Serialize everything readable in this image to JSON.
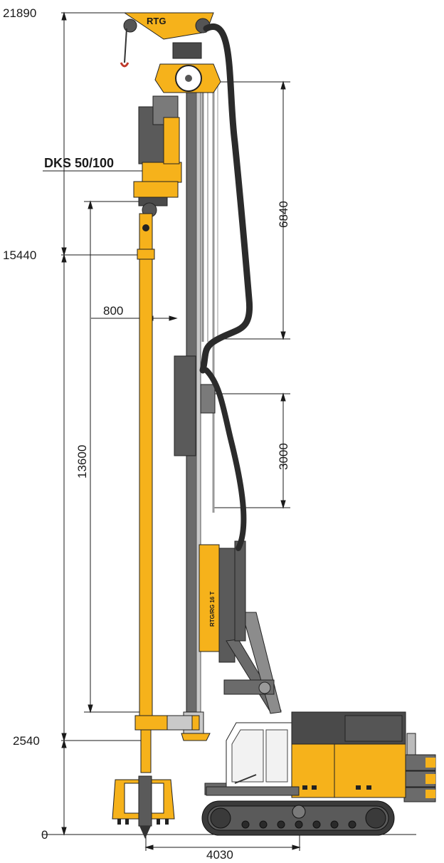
{
  "drawing": {
    "model_label": "DKS 50/100",
    "brand_mast": "RTG",
    "brand_leader": "RTG/RG 16 T"
  },
  "dimensions": {
    "heights": [
      "21890",
      "15440",
      "2540",
      "0"
    ],
    "tool_length": "13600",
    "offset": "800",
    "upper_stroke": "6840",
    "lower_stroke": "3000",
    "base_width": "4030"
  },
  "colors": {
    "yellow": "#f6b21b",
    "dark_gray": "#4a4a4a",
    "mid_gray": "#8c8c8c",
    "light_gray": "#c9c9c9",
    "hose": "#2b2b2b",
    "dimension_line": "#1a1a1a"
  }
}
